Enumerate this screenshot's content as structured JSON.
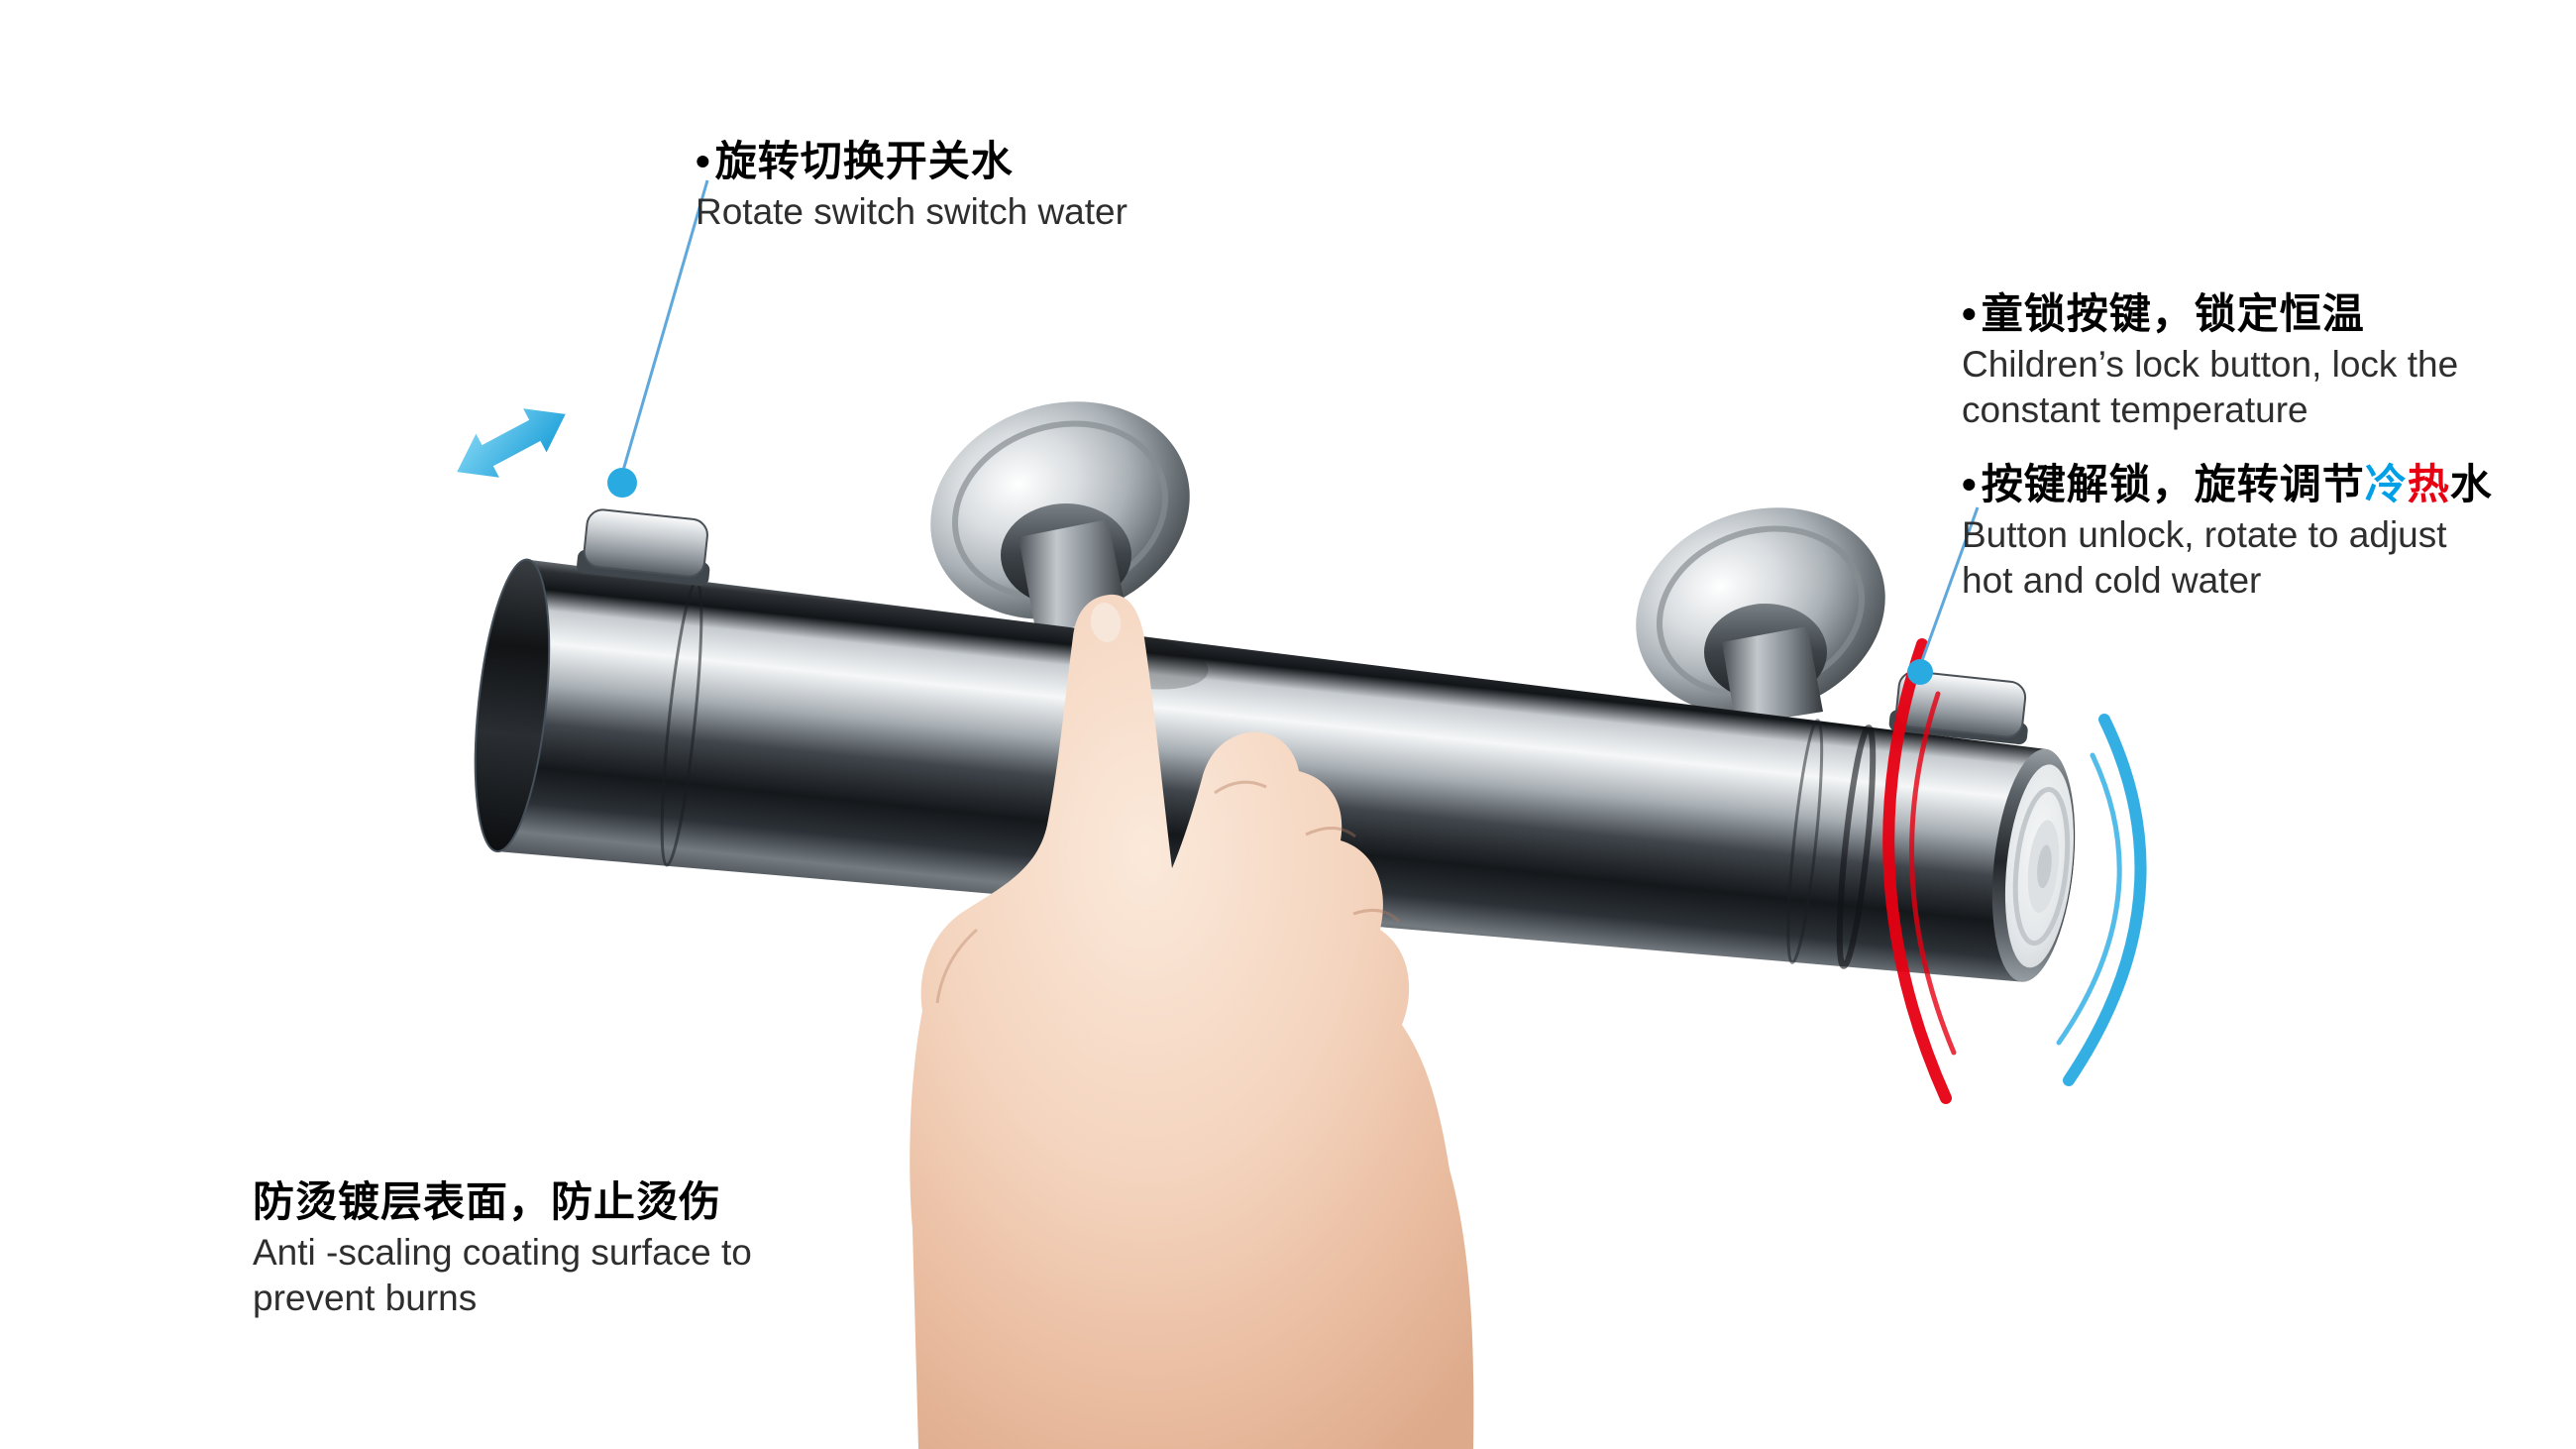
{
  "colors": {
    "accent_blue": "#29abe2",
    "hot_red": "#e60012",
    "cold_blue": "#00a0e9",
    "leader_blue": "#5fa8dc",
    "text_primary": "#000000",
    "text_secondary": "#2e2e2e"
  },
  "callouts": {
    "rotate_switch": {
      "bullet": "•",
      "zh": "旋转切换开关水",
      "en": "Rotate switch switch water"
    },
    "child_lock": {
      "bullet": "•",
      "zh": "童锁按键，锁定恒温",
      "en_line1": "Children’s lock button, lock the",
      "en_line2": "constant temperature"
    },
    "unlock_adjust": {
      "bullet": "•",
      "zh_prefix": "按键解锁，旋转调节",
      "zh_cold": "冷",
      "zh_hot": "热",
      "zh_suffix": "水",
      "en_line1": "Button unlock, rotate to adjust",
      "en_line2": "hot and cold water"
    },
    "anti_scald": {
      "zh": "防烫镀层表面，防止烫伤",
      "en_line1": "Anti -scaling coating surface to",
      "en_line2": "prevent burns"
    }
  },
  "icons": {
    "direction_arrow": "double-headed-rotate-arrow",
    "hot_arc": "hot-rotation-arc",
    "cold_arc": "cold-rotation-arc",
    "callout_dot": "callout-point-dot"
  }
}
